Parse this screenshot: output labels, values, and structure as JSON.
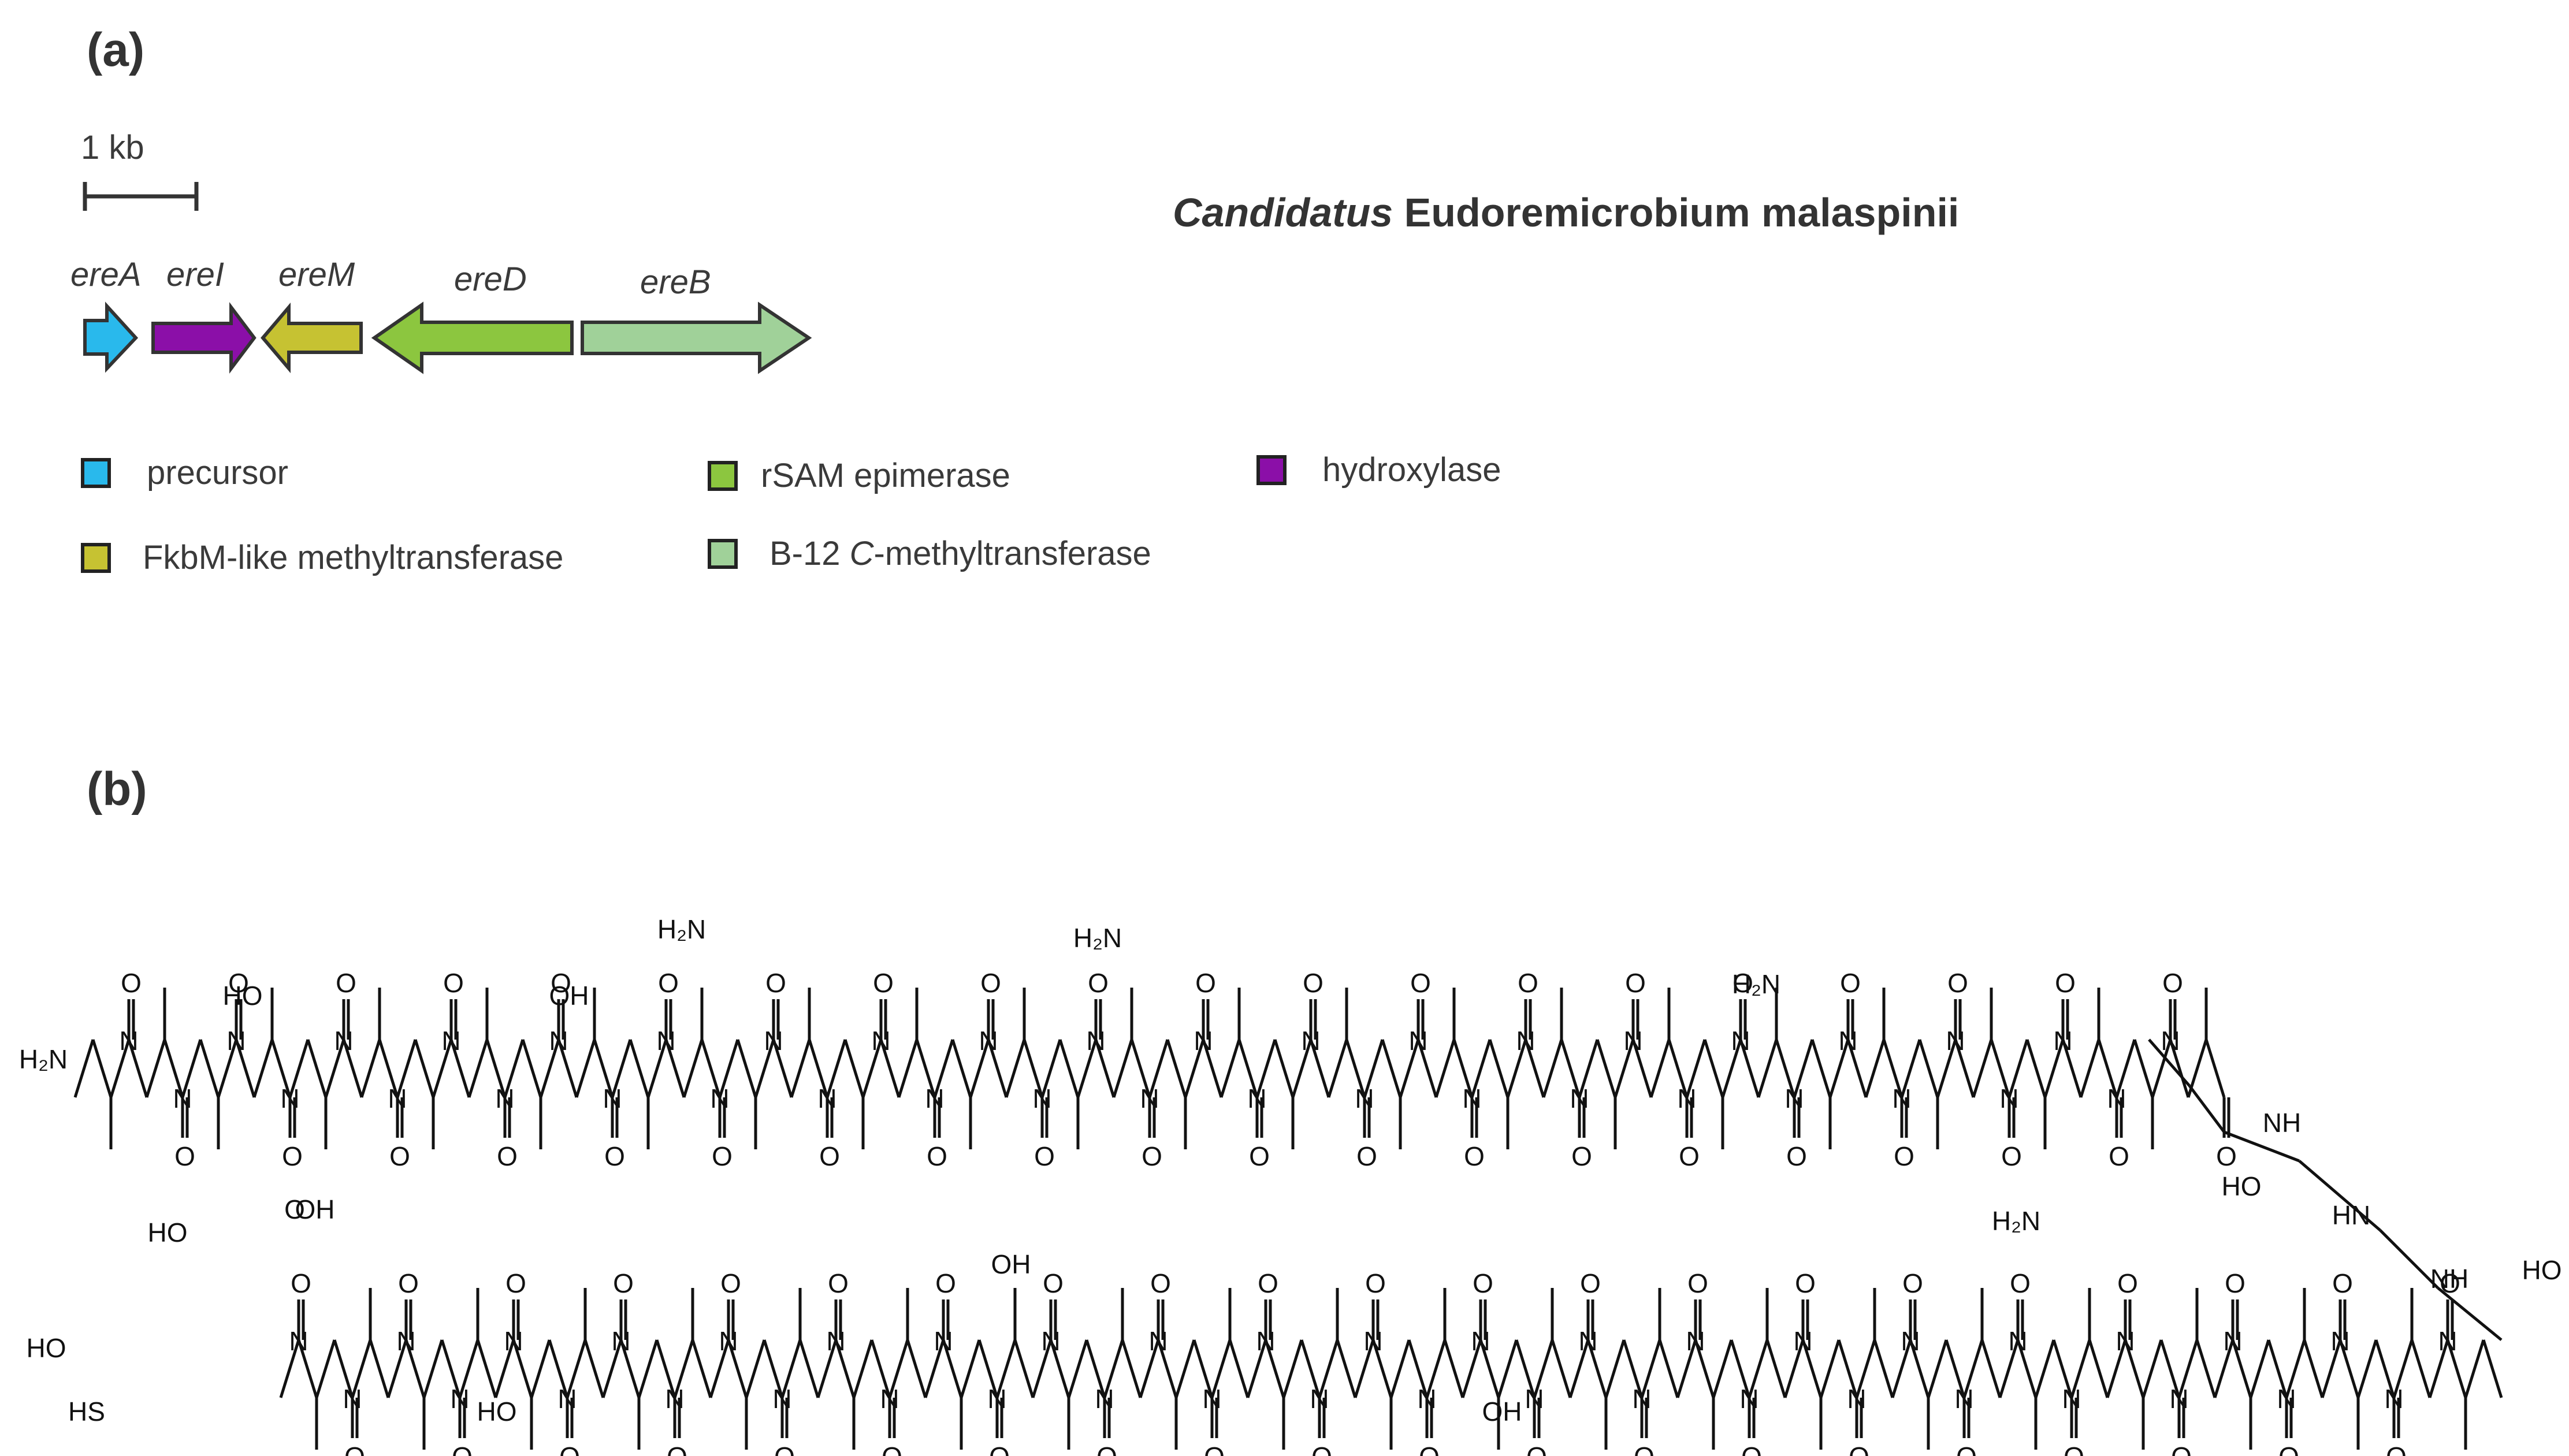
{
  "panel_a": {
    "label": "(a)",
    "scale_bar_label": "1 kb",
    "organism": {
      "genus": "Candidatus",
      "species": "Eudoremicrobium malaspinii"
    },
    "genes": [
      {
        "name": "ereA",
        "color": "#29b9ec",
        "direction": "forward"
      },
      {
        "name": "ereI",
        "color": "#8b0fa8",
        "direction": "forward"
      },
      {
        "name": "ereM",
        "color": "#c6c232",
        "direction": "reverse"
      },
      {
        "name": "ereD",
        "color": "#8cc63f",
        "direction": "reverse"
      },
      {
        "name": "ereB",
        "color": "#a0d199",
        "direction": "forward"
      }
    ],
    "legend": [
      {
        "label": "precursor",
        "color": "#29b9ec"
      },
      {
        "label": "rSAM epimerase",
        "color": "#8cc63f"
      },
      {
        "label": "hydroxylase",
        "color": "#8b0fa8"
      },
      {
        "label": "FkbM-like methyltransferase",
        "color": "#c6c232"
      },
      {
        "label_prefix": "B-12 ",
        "label_italic": "C",
        "label_suffix": "-methyltransferase",
        "color": "#a0d199"
      }
    ]
  },
  "panel_b": {
    "label": "(b)",
    "structure_labels": {
      "h2n": "H₂N",
      "h": "H",
      "n": "N",
      "o": "O",
      "ho": "HO",
      "oh": "OH",
      "sh": "HS",
      "nh": "NH",
      "hn": "HN",
      "amide_nh2": "H₂N"
    }
  }
}
